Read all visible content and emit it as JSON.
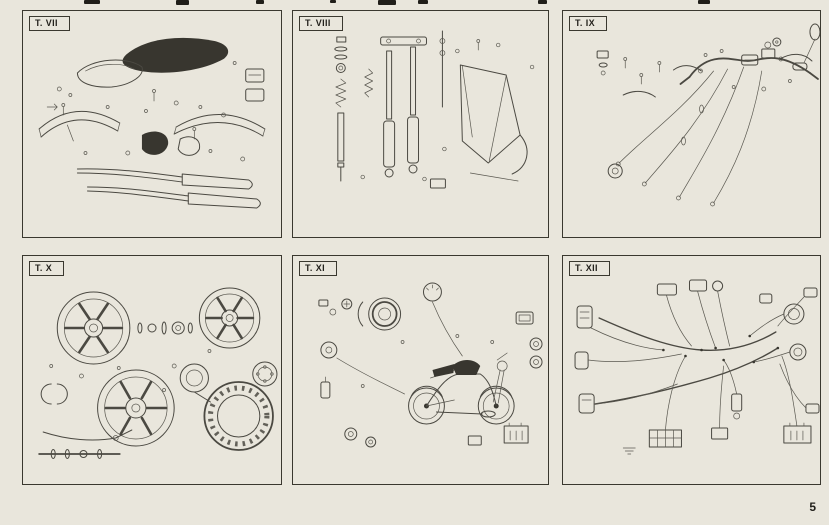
{
  "page": {
    "number": "5"
  },
  "panels": [
    {
      "label": "T. VII"
    },
    {
      "label": "T. VIII"
    },
    {
      "label": "T. IX"
    },
    {
      "label": "T. X"
    },
    {
      "label": "T. XI"
    },
    {
      "label": "T. XII"
    }
  ]
}
